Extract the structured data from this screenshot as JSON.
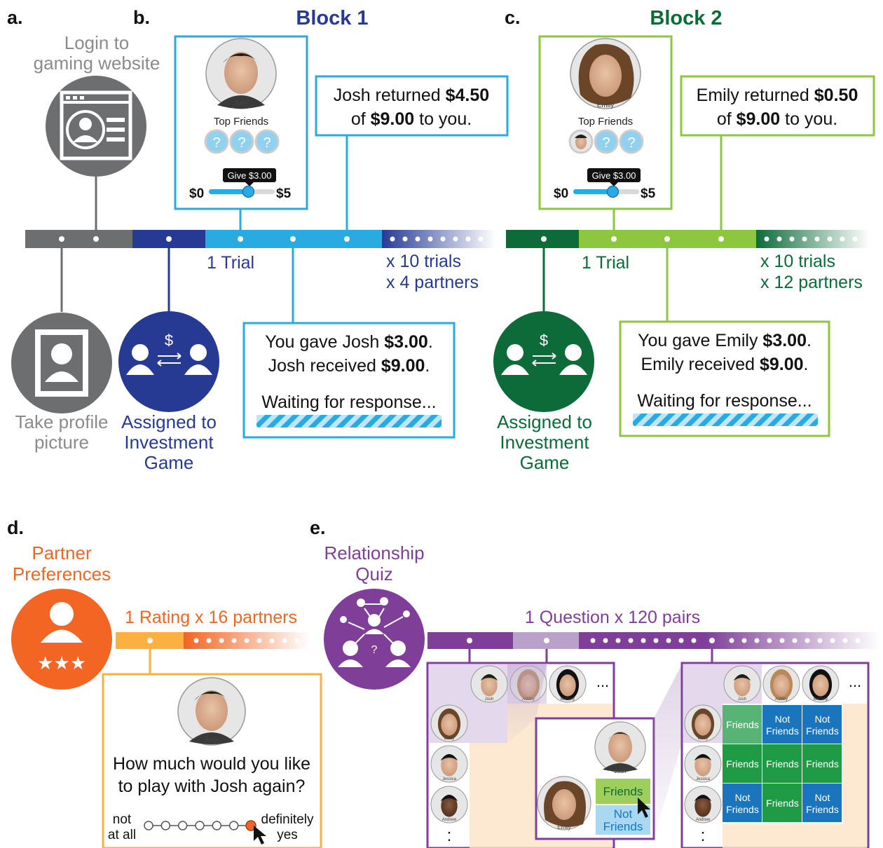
{
  "colors": {
    "gray": "#6d6e70",
    "block1_dark": "#263a94",
    "block1_light": "#29aae1",
    "block2_dark": "#0d6b3a",
    "block2_light": "#8dc63f",
    "orange": "#f26522",
    "orange_light": "#fbb040",
    "purple": "#7f3f98",
    "purple_light": "#b9a1cc",
    "friends_green": "#1f9b46",
    "notfriends_blue": "#1b75bc",
    "tan": "#fde3c6"
  },
  "panel_a": {
    "letter": "a.",
    "login_text": [
      "Login to",
      "gaming website"
    ],
    "profile_text": [
      "Take profile",
      "picture"
    ],
    "login_icon": "browser-profile-icon",
    "profile_icon": "profile-picture-icon"
  },
  "panel_b": {
    "letter": "b.",
    "title": "Block 1",
    "partner_name": "Josh",
    "top_friends_label": "Top Friends",
    "slider_tooltip": "Give $3.00",
    "slider_min": "$0",
    "slider_max": "$5",
    "slider_fraction": 0.6,
    "return_text": {
      "pre": "Josh returned ",
      "amount": "$4.50",
      "mid": "of ",
      "total": "$9.00",
      "post": " to you."
    },
    "trial_label": "1 Trial",
    "repeat_lines": [
      "x 10 trials",
      "x 4 partners"
    ],
    "assigned_text": [
      "Assigned to",
      "Investment",
      "Game"
    ],
    "gave_lines": [
      {
        "pre": "You gave Josh ",
        "amount": "$3.00",
        "post": "."
      },
      {
        "pre": "Josh received ",
        "amount": "$9.00",
        "post": "."
      }
    ],
    "waiting_text": "Waiting for response..."
  },
  "panel_c": {
    "letter": "c.",
    "title": "Block 2",
    "partner_name": "Emily",
    "top_friends_label": "Top Friends",
    "slider_tooltip": "Give $3.00",
    "slider_min": "$0",
    "slider_max": "$5",
    "slider_fraction": 0.6,
    "return_text": {
      "pre": "Emily returned ",
      "amount": "$0.50",
      "mid": "of ",
      "total": "$9.00",
      "post": " to you."
    },
    "trial_label": "1 Trial",
    "repeat_lines": [
      "x 10 trials",
      "x 12 partners"
    ],
    "assigned_text": [
      "Assigned to",
      "Investment",
      "Game"
    ],
    "gave_lines": [
      {
        "pre": "You gave Emily ",
        "amount": "$3.00",
        "post": "."
      },
      {
        "pre": "Emily received ",
        "amount": "$9.00",
        "post": "."
      }
    ],
    "waiting_text": "Waiting for response..."
  },
  "panel_d": {
    "letter": "d.",
    "title": [
      "Partner",
      "Preferences"
    ],
    "rating_label": "1 Rating x 16 partners",
    "partner_name": "Josh",
    "question": [
      "How much would you like",
      "to play with Josh again?"
    ],
    "scale_low": [
      "not",
      "at all"
    ],
    "scale_high": [
      "definitely",
      "yes"
    ],
    "scale_points": 7,
    "selected_point": 7
  },
  "panel_e": {
    "letter": "e.",
    "title": [
      "Relationship",
      "Quiz"
    ],
    "question_label": "1 Question x 120 pairs",
    "column_names": [
      "Josh",
      "Ashley",
      "Brittany"
    ],
    "row_names": [
      "Emily",
      "Jessica",
      "Andrew"
    ],
    "popup_top": "Josh",
    "popup_bottom": "Emily",
    "popup_option_friends": "Friends",
    "popup_option_not": [
      "Not",
      "Friends"
    ],
    "ellipsis": "...",
    "vellipsis": ":",
    "grid": [
      [
        "Friends",
        "Not Friends",
        "Not Friends"
      ],
      [
        "Friends",
        "Friends",
        "Friends"
      ],
      [
        "Not Friends",
        "Friends",
        "Not Friends"
      ]
    ]
  }
}
